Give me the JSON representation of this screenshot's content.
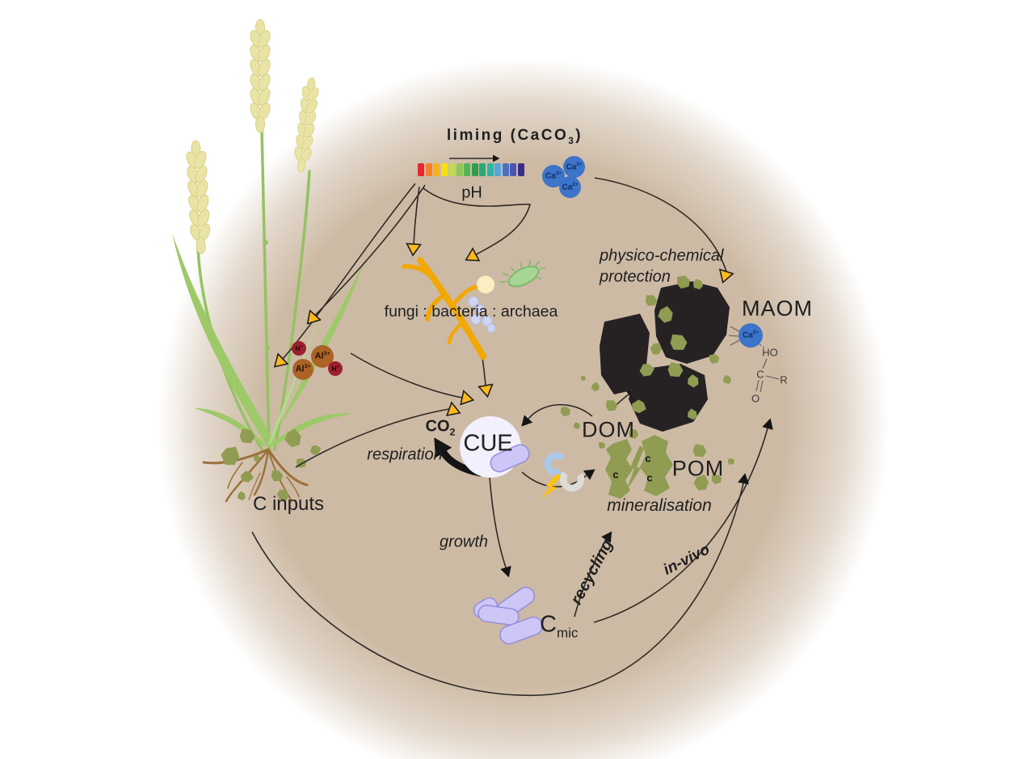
{
  "header": {
    "liming_prefix": "liming (CaCO",
    "liming_sub": "3",
    "liming_suffix": ")"
  },
  "ph_scale": {
    "label": "pH",
    "colors": [
      "#e8262b",
      "#f4802a",
      "#f6b21c",
      "#f7df17",
      "#c3da53",
      "#8cc954",
      "#55b556",
      "#2f9e4f",
      "#2aa878",
      "#2fb3a6",
      "#53a6d8",
      "#4a70c4",
      "#4a55b0",
      "#3a2e8c"
    ]
  },
  "ions": {
    "ca": "Ca",
    "ca_charge": "2+",
    "al": "Al",
    "al_charge": "3+",
    "h": "H",
    "h_charge": "+"
  },
  "microbes_label": "fungi : bacteria : archaea",
  "protection": {
    "line1": "physico-chemical",
    "line2": "protection"
  },
  "pools": {
    "maom": "MAOM",
    "dom": "DOM",
    "pom": "POM",
    "c_inputs": "C inputs",
    "cue": "CUE",
    "co2_main": "CO",
    "co2_sub": "2",
    "cmic_main": "C",
    "cmic_sub": "mic"
  },
  "processes": {
    "respiration": "respiration",
    "mineralisation": "mineralisation",
    "growth": "growth",
    "recycling": "recycling",
    "in_vivo": "in-vivo"
  },
  "chemistry": {
    "ho": "HO",
    "c": "C",
    "o": "O",
    "r": "R",
    "carbon": "c"
  },
  "colors": {
    "soil": "#cdbaa4",
    "arrowhead_yellow": "#ffb81c",
    "ca_blue": "#3b74c8",
    "al_brown": "#ad6326",
    "h_red": "#9c2030",
    "om_green": "#8f9c52",
    "rock_black": "#262223",
    "microbe_lavender": "#ccc7f6",
    "hyphae_orange": "#f2a800"
  }
}
